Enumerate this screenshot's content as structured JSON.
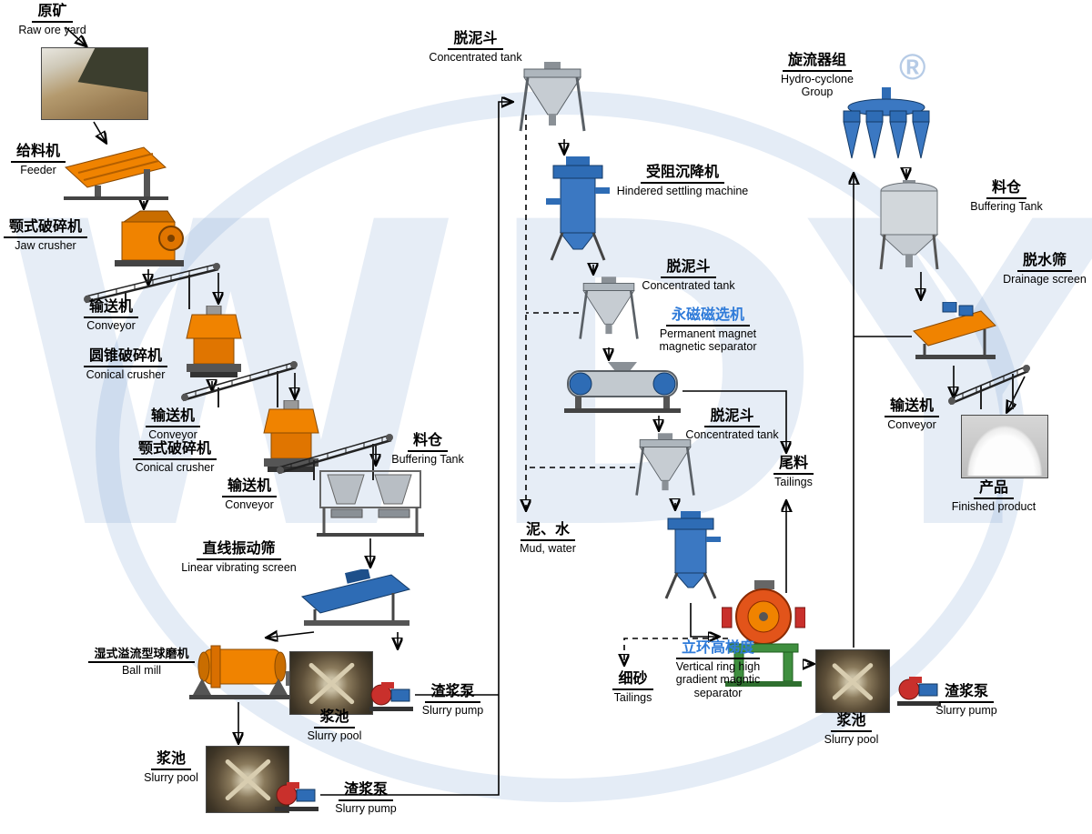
{
  "watermark": {
    "text": "WDY",
    "registered": "®",
    "color": "#3e76bc"
  },
  "colors": {
    "machine_orange": "#f08300",
    "machine_blue": "#2e6cb5",
    "machine_gray": "#b9c0c7",
    "frame_green": "#3f8f3f",
    "pump_red": "#c9302c",
    "label_blue": "#2f7bd9",
    "line": "#000000",
    "background": "#ffffff"
  },
  "labels": {
    "raw_ore": {
      "zh": "原矿",
      "en": "Raw ore yard"
    },
    "feeder": {
      "zh": "给料机",
      "en": "Feeder"
    },
    "jaw_crusher": {
      "zh": "颚式破碎机",
      "en": "Jaw crusher"
    },
    "conveyor1": {
      "zh": "输送机",
      "en": "Conveyor"
    },
    "conical_crusher1": {
      "zh": "圆锥破碎机",
      "en": "Conical crusher"
    },
    "conveyor2": {
      "zh": "输送机",
      "en": "Conveyor"
    },
    "conical_crusher2": {
      "zh": "颚式破碎机",
      "en": "Conical crusher"
    },
    "conveyor3": {
      "zh": "输送机",
      "en": "Conveyor"
    },
    "buffering_tank1": {
      "zh": "料仓",
      "en": "Buffering Tank"
    },
    "linear_screen": {
      "zh": "直线振动筛",
      "en": "Linear vibrating screen"
    },
    "ball_mill": {
      "zh": "湿式溢流型球磨机",
      "en": "Ball mill"
    },
    "slurry_pool1": {
      "zh": "浆池",
      "en": "Slurry pool"
    },
    "slurry_pump1": {
      "zh": "渣浆泵",
      "en": "Slurry pump"
    },
    "slurry_pool2": {
      "zh": "浆池",
      "en": "Slurry pool"
    },
    "slurry_pump2": {
      "zh": "渣浆泵",
      "en": "Slurry pump"
    },
    "concentrated_tank1": {
      "zh": "脱泥斗",
      "en": "Concentrated tank"
    },
    "hindered_settler": {
      "zh": "受阻沉降机",
      "en": "Hindered settling machine"
    },
    "concentrated_tank2": {
      "zh": "脱泥斗",
      "en": "Concentrated tank"
    },
    "magnetic_separator": {
      "zh": "永磁磁选机",
      "en": "Permanent magnet magnetic separator"
    },
    "concentrated_tank3": {
      "zh": "脱泥斗",
      "en": "Concentrated tank"
    },
    "mud_water": {
      "zh": "泥、水",
      "en": "Mud, water"
    },
    "vring_separator": {
      "zh": "立环高梯度",
      "en": "Vertical ring high gradient magntic separator"
    },
    "fine_sand": {
      "zh": "细砂",
      "en": "Tailings"
    },
    "tailings": {
      "zh": "尾料",
      "en": "Tailings"
    },
    "slurry_pool3": {
      "zh": "浆池",
      "en": "Slurry pool"
    },
    "slurry_pump3": {
      "zh": "渣浆泵",
      "en": "Slurry pump"
    },
    "hydrocyclone": {
      "zh": "旋流器组",
      "en": "Hydro-cyclone Group"
    },
    "buffering_tank2": {
      "zh": "料仓",
      "en": "Buffering Tank"
    },
    "drainage_screen": {
      "zh": "脱水筛",
      "en": "Drainage screen"
    },
    "conveyor4": {
      "zh": "输送机",
      "en": "Conveyor"
    },
    "finished_product": {
      "zh": "产品",
      "en": "Finished product"
    }
  }
}
